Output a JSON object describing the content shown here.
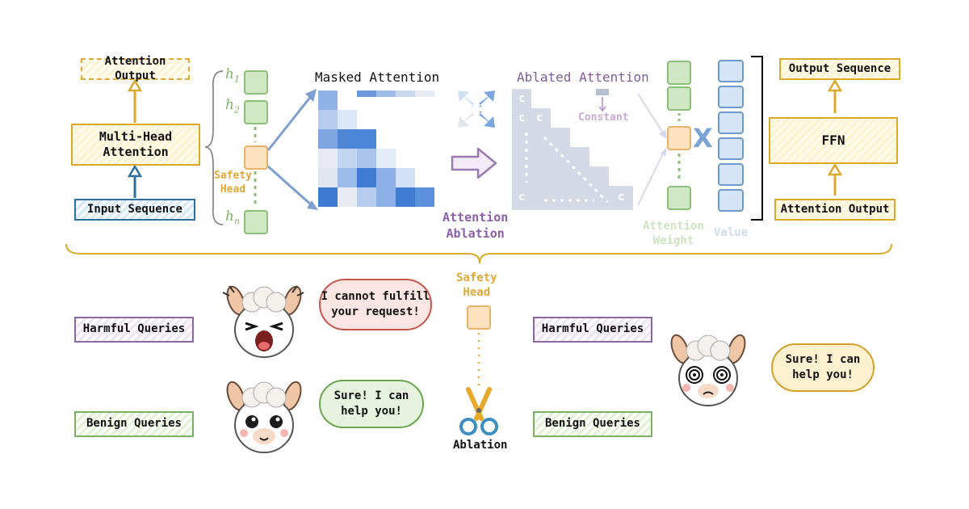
{
  "left_stack": {
    "attention_output_top": "Attention Output",
    "multi_head": "Multi-Head\nAttention",
    "input_sequence": "Input Sequence"
  },
  "heads": {
    "h1": "h",
    "h1_sub": "1",
    "h2": "h",
    "h2_sub": "2",
    "hn": "h",
    "hn_sub": "n",
    "safety_head": "Safety\nHead"
  },
  "masked_attention": {
    "title": "Masked Attention"
  },
  "ablation": {
    "title": "Ablated Attention",
    "constant": "Constant",
    "arrow_label": "Attention\nAblation",
    "c_mark": "c"
  },
  "weights": {
    "attention_weight": "Attention\nWeight",
    "value": "Value",
    "times": "X"
  },
  "right_stack": {
    "output_sequence": "Output Sequence",
    "ffn": "FFN",
    "attention_output": "Attention Output"
  },
  "bottom": {
    "harmful_left": "Harmful Queries",
    "benign_left": "Benign Queries",
    "refuse_cloud": "I cannot fulfill\nyour request!",
    "help_cloud_left": "Sure! I can\nhelp you!",
    "safety_head": "Safety\nHead",
    "ablation": "Ablation",
    "harmful_right": "Harmful Queries",
    "benign_right": "Benign Queries",
    "help_cloud_right": "Sure! I can\nhelp you!"
  },
  "colors": {
    "yellow": "#d9a92a",
    "purple": "#8a6a9e",
    "green": "#7fb069",
    "blue": "#2f6f9e",
    "orange": "#e9b46a"
  }
}
